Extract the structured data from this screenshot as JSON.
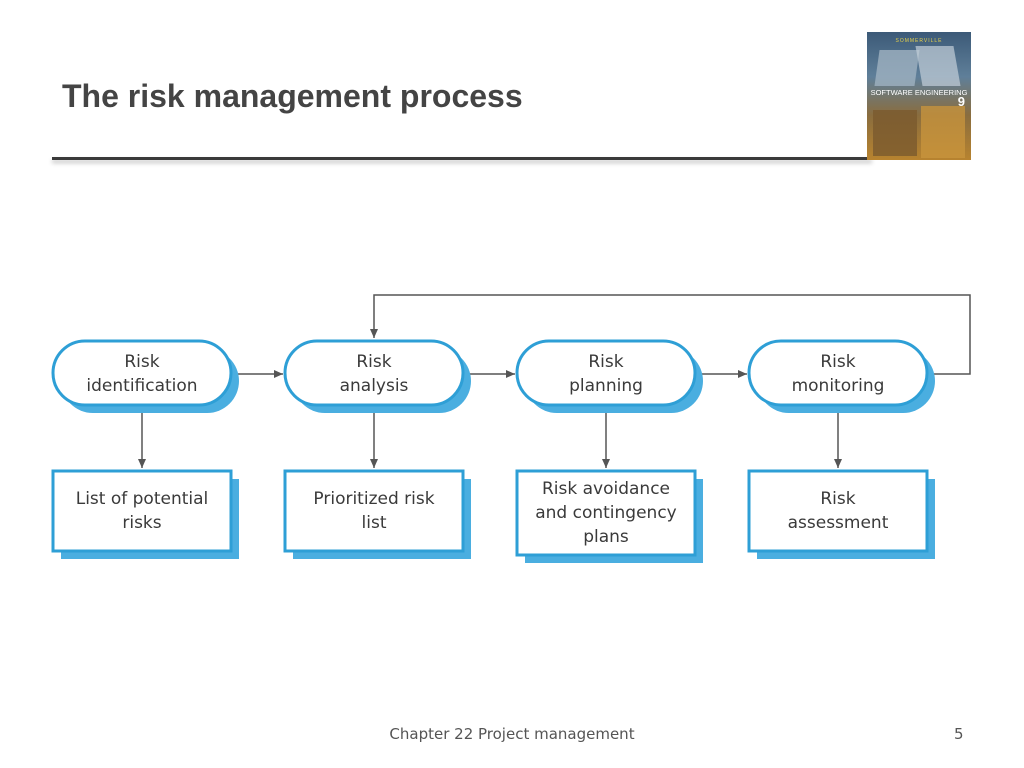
{
  "slide": {
    "title": "The risk management process",
    "footer": "Chapter 22 Project management",
    "page_number": "5"
  },
  "book_cover": {
    "author": "SOMMERVILLE",
    "title": "SOFTWARE ENGINEERING",
    "edition": "9"
  },
  "diagram": {
    "colors": {
      "border": "#2e9fd6",
      "shadow": "#4aaee0",
      "arrow": "#555555",
      "text": "#3a3a3a"
    },
    "process_steps": [
      {
        "lines": [
          "Risk",
          "identification"
        ]
      },
      {
        "lines": [
          "Risk",
          "analysis"
        ]
      },
      {
        "lines": [
          "Risk",
          "planning"
        ]
      },
      {
        "lines": [
          "Risk",
          "monitoring"
        ]
      }
    ],
    "outputs": [
      {
        "lines": [
          "List of potential",
          "risks"
        ]
      },
      {
        "lines": [
          "Prioritized risk",
          "list"
        ]
      },
      {
        "lines": [
          "Risk avoidance",
          "and contingency",
          "plans"
        ]
      },
      {
        "lines": [
          "Risk",
          "assessment"
        ]
      }
    ]
  }
}
